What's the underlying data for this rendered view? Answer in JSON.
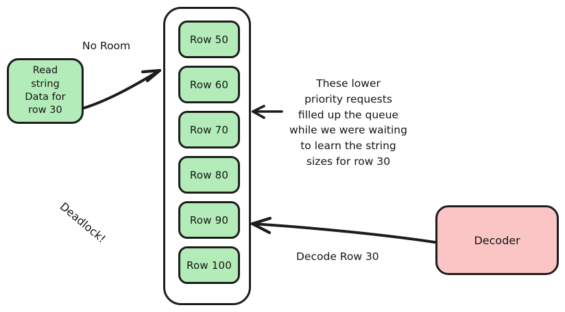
{
  "diagram": {
    "title": "Deadlock between string-data read request and decoder queue",
    "colors": {
      "queue_item_fill": "#b3ecb9",
      "request_fill": "#b3ecb9",
      "decoder_fill": "#fbc5c5",
      "stroke": "#1c1c1c",
      "background": "#ffffff",
      "text": "#141414"
    }
  },
  "request_box": {
    "name": "read-string-data-request",
    "lines": [
      "Read",
      "string",
      "Data for",
      "row 30"
    ]
  },
  "queue": {
    "name": "request-queue",
    "items": [
      {
        "label": "Row 50"
      },
      {
        "label": "Row 60"
      },
      {
        "label": "Row 70"
      },
      {
        "label": "Row 80"
      },
      {
        "label": "Row 90"
      },
      {
        "label": "Row 100"
      }
    ]
  },
  "decoder_box": {
    "name": "decoder",
    "label": "Decoder"
  },
  "labels": {
    "no_room": "No Room",
    "deadlock": "Deadlock!",
    "decode_row": "Decode Row 30"
  },
  "annotation": {
    "lines": [
      "These lower",
      "priority requests",
      "filled up the queue",
      "while we were waiting",
      "to learn the string",
      "sizes for row 30"
    ]
  }
}
